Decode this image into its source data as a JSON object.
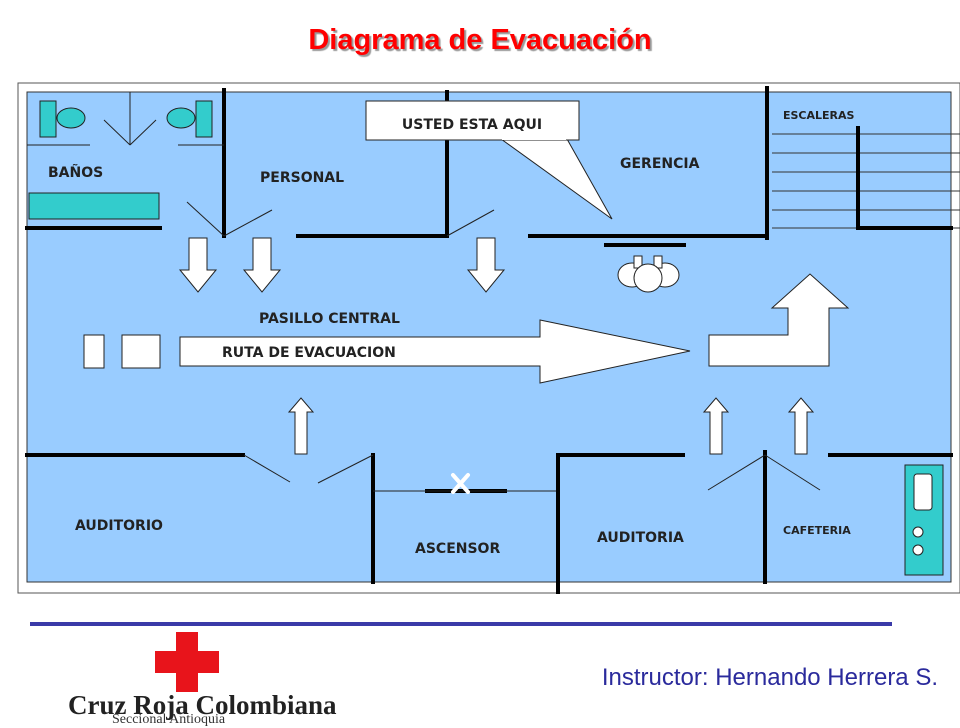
{
  "title": "Diagrama de Evacuación",
  "callout": "USTED ESTA AQUI",
  "rooms": {
    "banos": "BAÑOS",
    "personal": "PERSONAL",
    "gerencia": "GERENCIA",
    "escaleras": "ESCALERAS",
    "pasillo": "PASILLO CENTRAL",
    "ruta": "RUTA DE EVACUACION",
    "auditorio": "AUDITORIO",
    "ascensor": "ASCENSOR",
    "auditoria": "AUDITORIA",
    "cafeteria": "CAFETERIA"
  },
  "footer": {
    "instructor": "Instructor: Hernando Herrera S.",
    "organization": "Cruz Roja Colombiana",
    "organization_sub": "Seccional Antioquia"
  },
  "colors": {
    "title": "#ff0000",
    "floor": "#99ccff",
    "walls": "#000000",
    "fixture": "#33cccc",
    "divider": "#3a3aa8",
    "instructor": "#2a2a9c",
    "cross": "#e8141b"
  }
}
